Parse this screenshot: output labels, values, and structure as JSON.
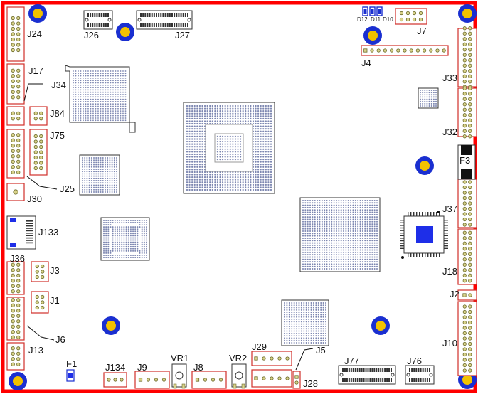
{
  "colors": {
    "board_outline": "#ff0000",
    "connector_outline": "#d0302a",
    "pin_fill": "#d8d28a",
    "pin_stroke": "#6b6a2a",
    "pad_dot": "#7c86b0",
    "mount_hole_ring": "#1a2fd0",
    "mount_hole_center": "#f2c200",
    "chip_fill": "#1e2ee8",
    "fuse_fill": "#111111"
  },
  "labels": {
    "j24": "J24",
    "j26": "J26",
    "j27": "J27",
    "j7": "J7",
    "j4": "J4",
    "j17": "J17",
    "j34": "J34",
    "j84": "J84",
    "j75": "J75",
    "j33": "J33",
    "j32": "J32",
    "f3": "F3",
    "j25": "J25",
    "j30": "J30",
    "j133": "J133",
    "j37": "J37",
    "j36": "J36",
    "j3": "J3",
    "j1": "J1",
    "j18": "J18",
    "j2": "J2",
    "j6": "J6",
    "j13": "J13",
    "j10": "J10",
    "f1": "F1",
    "j134": "J134",
    "j9": "J9",
    "vr1": "VR1",
    "j8": "J8",
    "vr2": "VR2",
    "j29": "J29",
    "j5": "J5",
    "j77": "J77",
    "j76": "J76",
    "j28": "J28",
    "d12": "D12",
    "d11": "D11",
    "d10": "D10"
  },
  "icons": {
    "mount_hole": "mount-hole-icon",
    "bga": "bga-package-icon",
    "qfp": "qfp-package-icon",
    "header": "pin-header-icon"
  }
}
